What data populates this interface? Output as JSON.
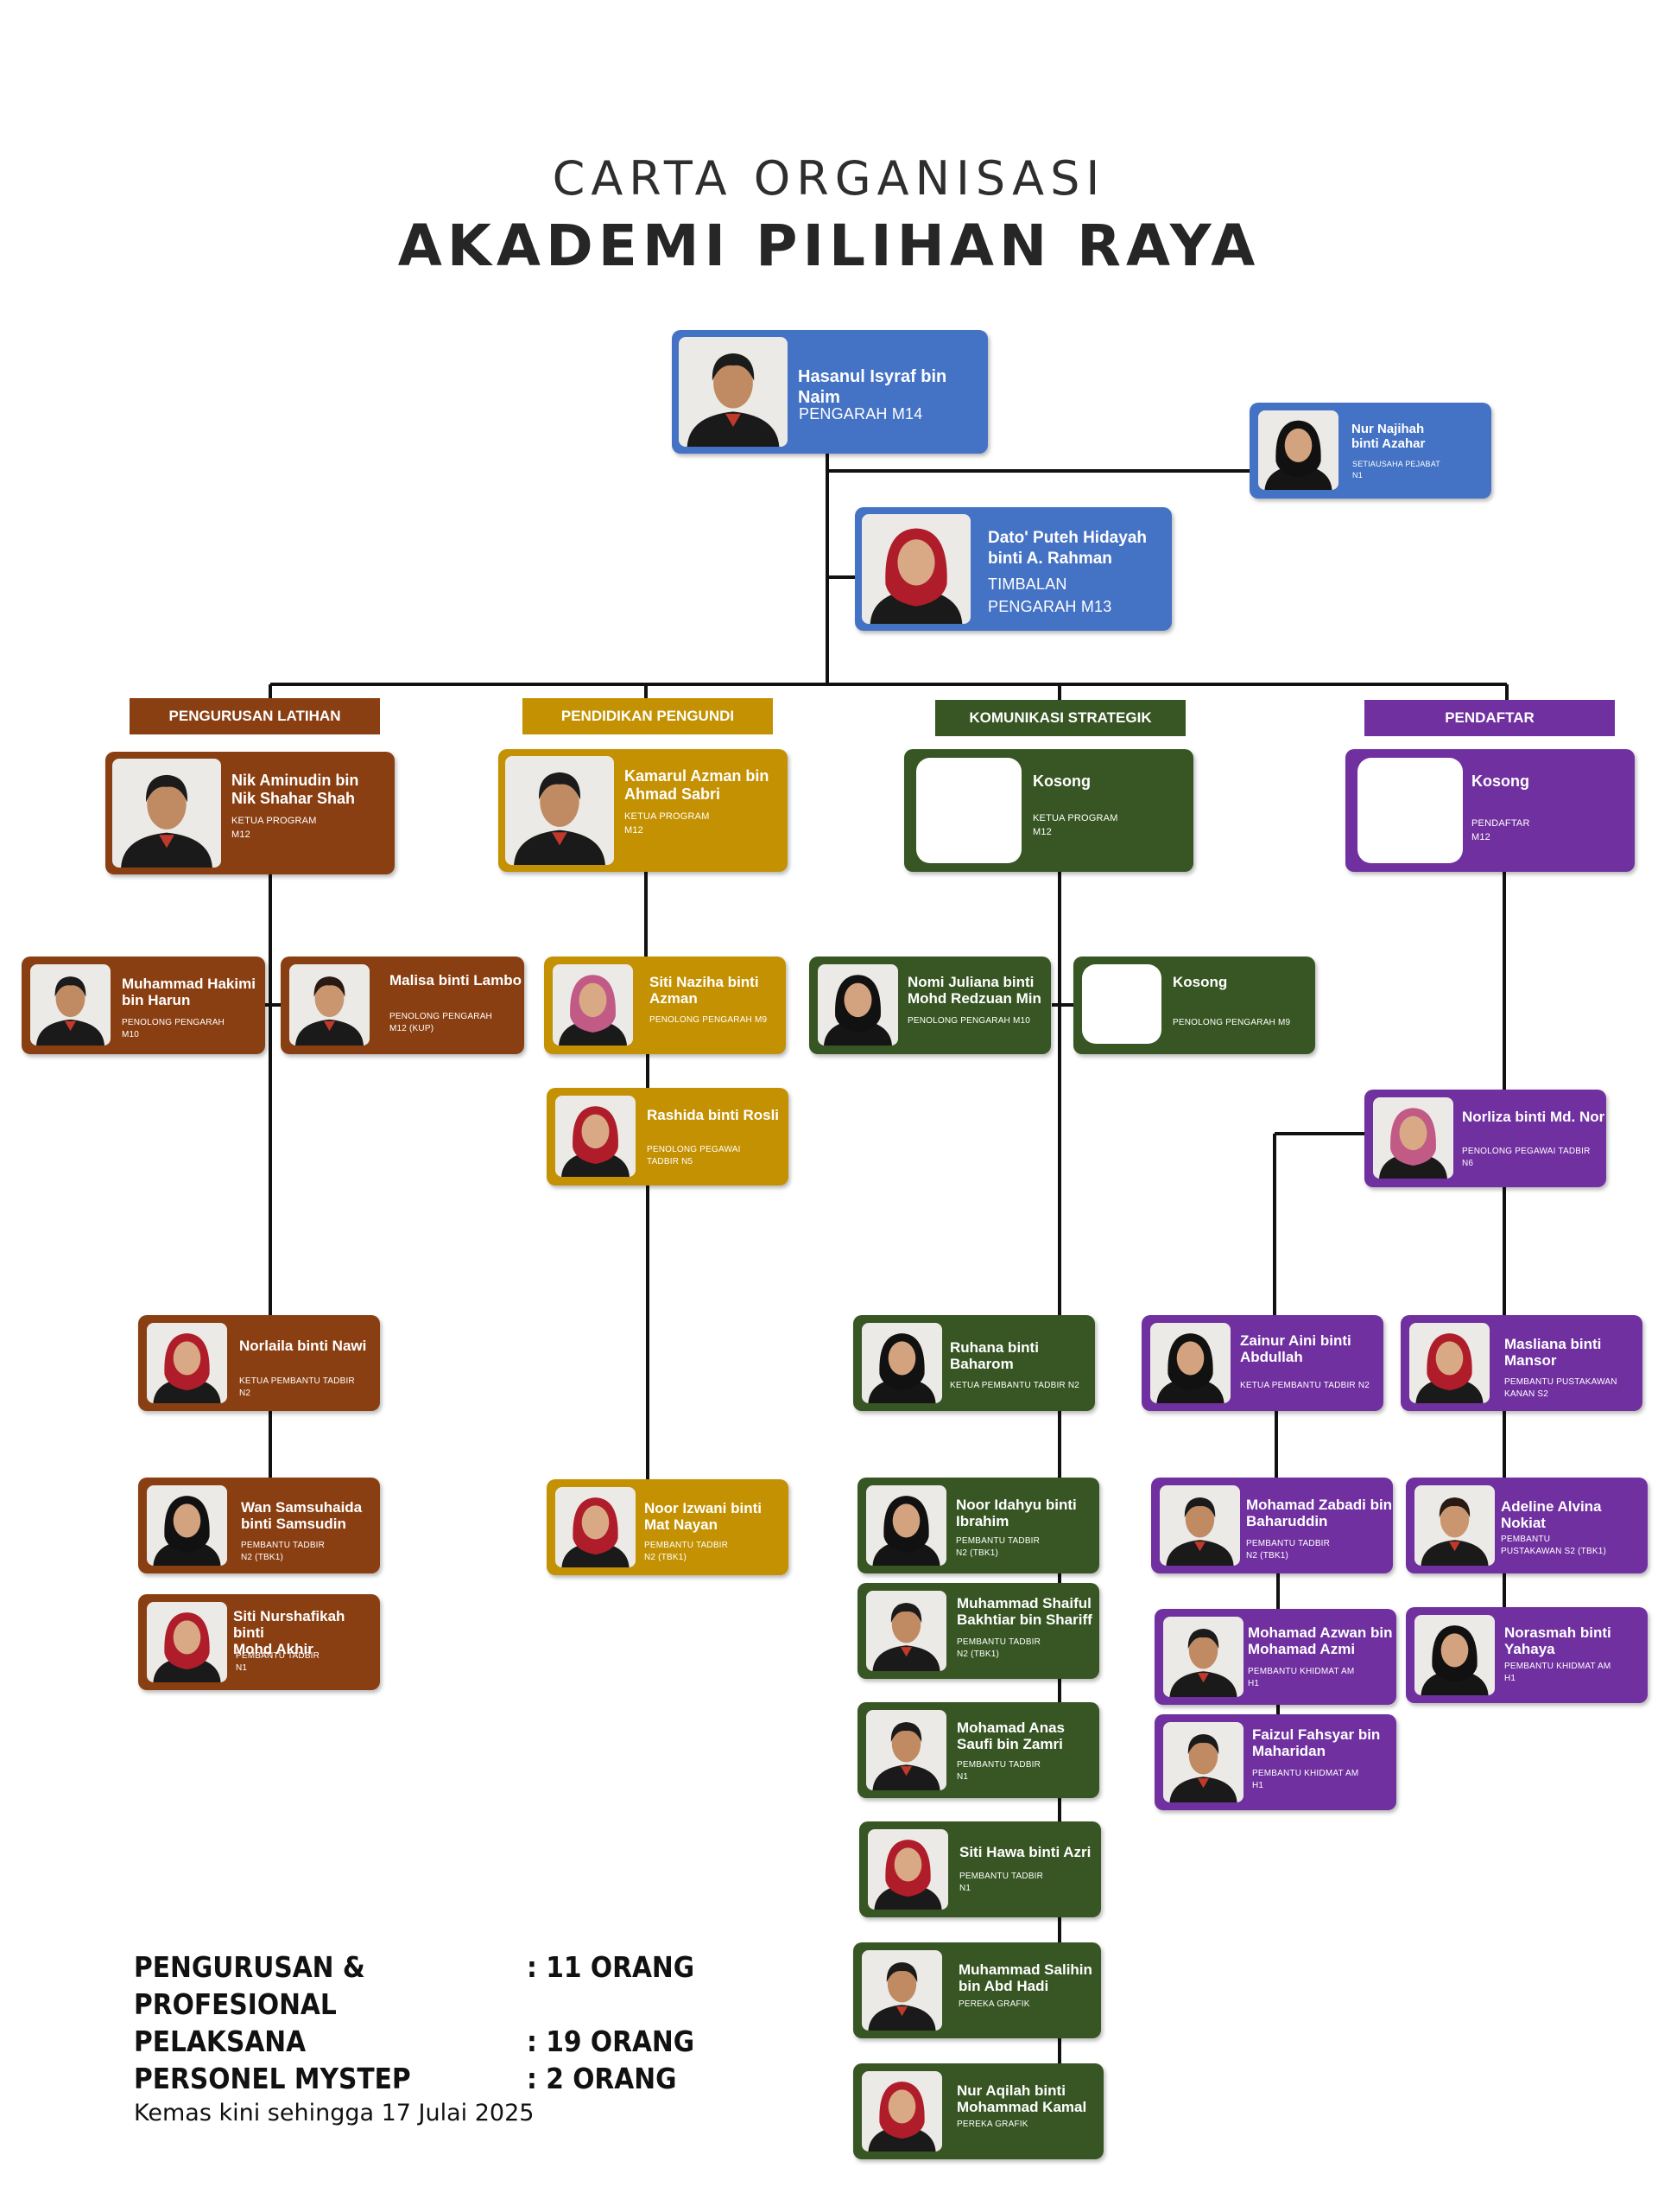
{
  "header": {
    "subtitle": "CARTA ORGANISASI",
    "title": "AKADEMI PILIHAN RAYA"
  },
  "colors": {
    "brown": "#8a3f12",
    "gold": "#c49102",
    "green": "#375623",
    "purple": "#7030a0",
    "blue": "#4472c4"
  },
  "departments": {
    "latihan": "PENGURUSAN LATIHAN",
    "pendidikan": "PENDIDIKAN PENGUNDI",
    "komunikasi": "KOMUNIKASI STRATEGIK",
    "pendaftar": "PENDAFTAR"
  },
  "people": {
    "p_dir": {
      "name": "Hasanul Isyraf bin Naim",
      "post": "PENGARAH M14",
      "photo": "man"
    },
    "p_sec": {
      "name": "Nur Najihah\nbinti Azahar",
      "post": "SETIAUSAHA PEJABAT\nN1",
      "photo": "woman-black"
    },
    "p_dep": {
      "name": "Dato' Puteh Hidayah\nbinti A. Rahman",
      "post": "TIMBALAN\nPENGARAH M13",
      "photo": "woman-red"
    },
    "p_nik": {
      "name": "Nik Aminudin bin\nNik Shahar Shah",
      "post": "KETUA PROGRAM\nM12",
      "photo": "man"
    },
    "p_kam": {
      "name": "Kamarul Azman bin\nAhmad Sabri",
      "post": "KETUA PROGRAM\nM12",
      "photo": "man"
    },
    "p_kos1": {
      "name": "Kosong",
      "post": "KETUA PROGRAM\nM12",
      "photo": "empty"
    },
    "p_kos2": {
      "name": "Kosong",
      "post": "PENDAFTAR\nM12",
      "photo": "empty"
    },
    "p_hak": {
      "name": "Muhammad Hakimi\nbin Harun",
      "post": "PENOLONG PENGARAH\nM10",
      "photo": "man"
    },
    "p_mal": {
      "name": "Malisa binti Lambo",
      "post": "PENOLONG PENGARAH\nM12 (KUP)",
      "photo": "woman-hair"
    },
    "p_naz": {
      "name": "Siti Naziha binti\nAzman",
      "post": "PENOLONG PENGARAH M9",
      "photo": "woman-pink"
    },
    "p_ras": {
      "name": "Rashida binti Rosli",
      "post": "PENOLONG PEGAWAI\nTADBIR N5",
      "photo": "woman-red"
    },
    "p_nom": {
      "name": "Nomi Juliana binti\nMohd Redzuan Min",
      "post": "PENOLONG PENGARAH M10",
      "photo": "woman-black"
    },
    "p_kos3": {
      "name": "Kosong",
      "post": "PENOLONG PENGARAH M9",
      "photo": "empty"
    },
    "p_nor": {
      "name": "Norliza binti Md. Nor",
      "post": "PENOLONG PEGAWAI TADBIR\nN6",
      "photo": "woman-pink"
    },
    "p_nol": {
      "name": "Norlaila binti Nawi",
      "post": "KETUA PEMBANTU TADBIR\nN2",
      "photo": "woman-red"
    },
    "p_ruh": {
      "name": "Ruhana binti\nBaharom",
      "post": "KETUA PEMBANTU TADBIR N2",
      "photo": "woman-black"
    },
    "p_zai": {
      "name": "Zainur Aini binti\nAbdullah",
      "post": "KETUA PEMBANTU TADBIR N2",
      "photo": "woman-black"
    },
    "p_mas": {
      "name": "Masliana binti\nMansor",
      "post": "PEMBANTU PUSTAKAWAN\nKANAN S2",
      "photo": "woman-red"
    },
    "p_wan": {
      "name": "Wan Samsuhaida\nbinti Samsudin",
      "post": "PEMBANTU TADBIR\nN2 (TBK1)",
      "photo": "woman-black"
    },
    "p_noo": {
      "name": "Noor Izwani binti\nMat Nayan",
      "post": "PEMBANTU TADBIR\nN2 (TBK1)",
      "photo": "woman-red"
    },
    "p_ida": {
      "name": "Noor Idahyu binti\nIbrahim",
      "post": "PEMBANTU TADBIR\nN2 (TBK1)",
      "photo": "woman-black"
    },
    "p_zab": {
      "name": "Mohamad Zabadi bin\nBaharuddin",
      "post": "PEMBANTU TADBIR\nN2 (TBK1)",
      "photo": "man"
    },
    "p_ade": {
      "name": "Adeline Alvina Nokiat",
      "post": "PEMBANTU\nPUSTAKAWAN S2 (TBK1)",
      "photo": "woman-hair"
    },
    "p_nsf": {
      "name": "Siti Nurshafikah binti\nMohd Akhir",
      "post": "PEMBANTU TADBIR\nN1",
      "photo": "woman-red"
    },
    "p_sha": {
      "name": "Muhammad Shaiful\nBakhtiar bin Shariff",
      "post": "PEMBANTU TADBIR\nN2 (TBK1)",
      "photo": "man"
    },
    "p_azw": {
      "name": "Mohamad Azwan bin\nMohamad Azmi",
      "post": "PEMBANTU KHIDMAT AM\nH1",
      "photo": "man"
    },
    "p_nrs": {
      "name": "Norasmah binti\nYahaya",
      "post": "PEMBANTU KHIDMAT AM\nH1",
      "photo": "woman-black"
    },
    "p_ana": {
      "name": "Mohamad Anas\nSaufi bin Zamri",
      "post": "PEMBANTU TADBIR\nN1",
      "photo": "man"
    },
    "p_fai": {
      "name": "Faizul Fahsyar bin\nMaharidan",
      "post": "PEMBANTU KHIDMAT AM\nH1",
      "photo": "man"
    },
    "p_haw": {
      "name": "Siti Hawa binti Azri",
      "post": "PEMBANTU TADBIR\nN1",
      "photo": "woman-red"
    },
    "p_sal": {
      "name": "Muhammad Salihin\nbin Abd Hadi",
      "post": "PEREKA GRAFIK",
      "photo": "man"
    },
    "p_aqi": {
      "name": "Nur Aqilah binti\nMohammad Kamal",
      "post": "PEREKA GRAFIK",
      "photo": "woman-red"
    }
  },
  "summary": [
    {
      "label": "PENGURUSAN & PROFESIONAL",
      "value": ": 11 ORANG"
    },
    {
      "label": "PELAKSANA",
      "value": ": 19 ORANG"
    },
    {
      "label": "PERSONEL MYSTEP",
      "value": ": 2 ORANG"
    }
  ],
  "footer": "Kemas kini sehingga 17 Julai 2025"
}
